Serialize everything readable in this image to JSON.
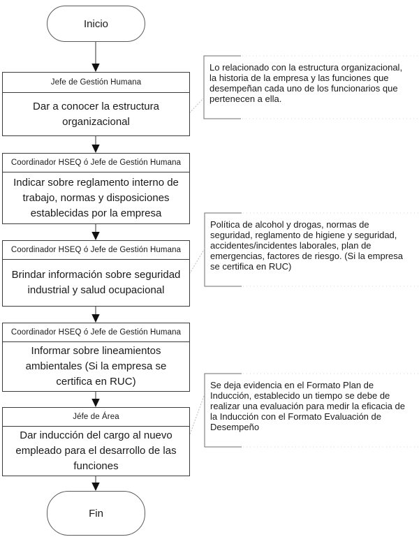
{
  "diagram": {
    "type": "flowchart",
    "start_label": "Inicio",
    "end_label": "Fin",
    "steps": [
      {
        "role": "Jefe de Gestión Humana",
        "action": "Dar a conocer la estructura\norganizacional"
      },
      {
        "role": "Coordinador HSEQ ó Jefe de Gestión Humana",
        "action": "Indicar sobre reglamento interno de\ntrabajo, normas y disposiciones\nestablecidas por la empresa"
      },
      {
        "role": "Coordinador HSEQ ó Jefe de Gestión Humana",
        "action": "Brindar información sobre seguridad\nindustrial y salud ocupacional"
      },
      {
        "role": "Coordinador HSEQ ó Jefe de Gestión Humana",
        "action": "Informar sobre lineamientos\nambientales (Si la empresa se\ncertifica en RUC)"
      },
      {
        "role": "Jéfe de Área",
        "action": "Dar inducción del cargo al nuevo\nempleado para el desarrollo de las\nfunciones"
      }
    ],
    "annotations": [
      {
        "text": "Lo relacionado con la estructura organizacional,\nla historia de la empresa y las funciones que\ndesempeñan cada uno de los funcionarios que\npertenecen a ella."
      },
      {
        "text": "Política de alcohol y drogas, normas de\nseguridad, reglamento de higiene y seguridad,\naccidentes/incidentes laborales, plan de\nemergencias, factores de riesgo. (Si la empresa\nse certifica en RUC)"
      },
      {
        "text": "Se deja evidencia en el Formato Plan de\nInducción, establecido un tiempo se debe de\nrealizar una evaluación para medir la eficacia de\nla Inducción con el Formato Evaluación de\nDesempeño"
      }
    ],
    "colors": {
      "box_border": "#3a3a3a",
      "terminator_border": "#5a5a5a",
      "connector": "#6b6b6b",
      "arrowhead": "#111111",
      "leader_dotted": "#bdbdbd",
      "bracket": "#6e6e6e",
      "text": "#1a1a1a",
      "background": "#ffffff"
    }
  }
}
